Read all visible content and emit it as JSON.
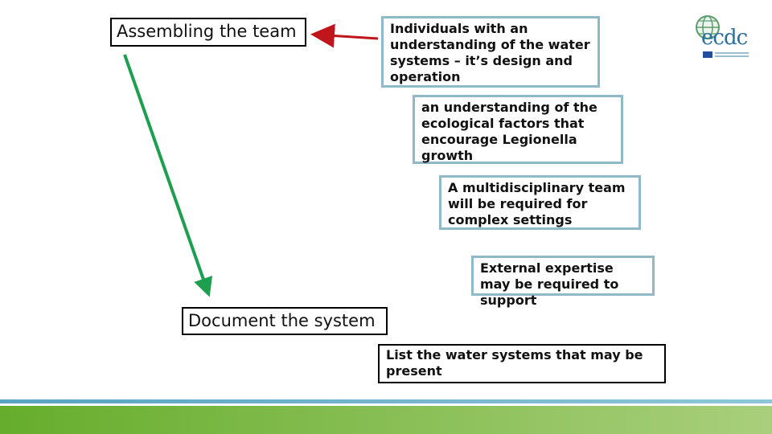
{
  "title_box": {
    "label": "Assembling the team"
  },
  "document_box": {
    "label": "Document the system"
  },
  "notes": [
    {
      "text": "Individuals with an understanding of the water systems – it’s design and operation"
    },
    {
      "text": "an understanding of the ecological factors that encourage Legionella growth"
    },
    {
      "text": "A multidisciplinary team will be required for complex settings"
    },
    {
      "text": "External expertise may be required to support"
    }
  ],
  "list_box": {
    "text": "List the water systems that may be present"
  },
  "logo": {
    "text": "ecdc",
    "icon": "globe-icon"
  },
  "colors": {
    "accent_teal": "#8fb8c9",
    "arrow_red": "#c0151b",
    "arrow_green": "#1e9e4f",
    "footer_green": "#66ad2c",
    "footer_blue": "#5aa3c2"
  }
}
